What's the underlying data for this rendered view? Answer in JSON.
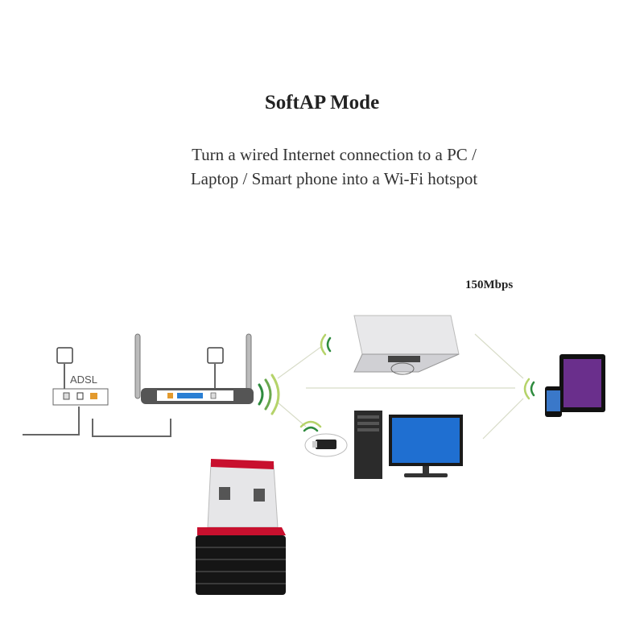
{
  "title": "SoftAP Mode",
  "subtitle": [
    "Turn a wired Internet connection to a PC /",
    "Laptop / Smart phone into a Wi-Fi hotspot"
  ],
  "speed_label": "150Mbps",
  "adsl_label": "ADSL",
  "colors": {
    "wifi_green": "#6aa84f",
    "dongle_red": "#c8102e",
    "screen_blue": "#1f6fd1",
    "port_blue": "#2a7fd4",
    "port_orange": "#e39a2d"
  }
}
